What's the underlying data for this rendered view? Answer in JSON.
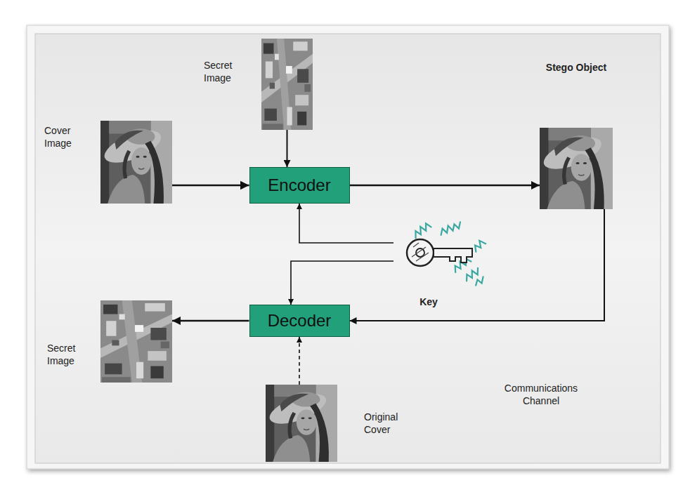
{
  "diagram": {
    "nodes": [
      {
        "text": [
          "Secret Image"
        ]
      },
      {
        "text": [
          "Cover Image"
        ]
      },
      {
        "text": [
          "Encoder"
        ]
      },
      {
        "text": [
          "Stego Object"
        ]
      },
      {
        "text": [
          "Key"
        ]
      },
      {
        "text": [
          "Decoder"
        ]
      },
      {
        "text": [
          "Secret Image"
        ]
      },
      {
        "text": [
          "Original Cover"
        ]
      }
    ],
    "edges": [
      {
        "from": 1,
        "to": 2,
        "arrow": "to"
      },
      {
        "from": 0,
        "to": 2,
        "arrow": "to"
      },
      {
        "from": 2,
        "to": 3,
        "arrow": "to"
      },
      {
        "from": 4,
        "to": 2,
        "arrow": "to"
      },
      {
        "from": 4,
        "to": 5,
        "arrow": "to"
      },
      {
        "from": 3,
        "to": 5,
        "label": "Communications Channel",
        "arrow": "to"
      },
      {
        "from": 5,
        "to": 6,
        "arrow": "to"
      },
      {
        "from": 7,
        "to": 5,
        "arrow": "to"
      }
    ]
  }
}
